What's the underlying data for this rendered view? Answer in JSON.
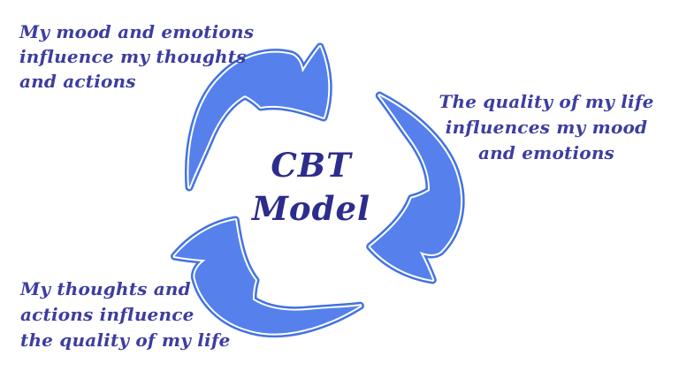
{
  "diagram": {
    "title": {
      "line1": "CBT",
      "line2": "Model"
    },
    "labels": [
      {
        "id": "mood-influences-thoughts",
        "lines": [
          "My mood and emotions",
          "influence my thoughts",
          "and actions"
        ]
      },
      {
        "id": "life-influences-mood",
        "lines": [
          "The quality of my life",
          "influences my mood",
          "and emotions"
        ]
      },
      {
        "id": "thoughts-influence-life",
        "lines": [
          "My thoughts and",
          "actions influence",
          "the quality of my life"
        ]
      }
    ],
    "icons": [
      "cycle-arrow-top-left",
      "cycle-arrow-right",
      "cycle-arrow-bottom"
    ],
    "colors": {
      "background": "#ffffff",
      "arrow_fill": "#5681ec",
      "arrow_border": "#4272e2",
      "arrow_inner_line": "#ffffff",
      "label_text": "#3d3da0",
      "title_text": "#2c2c8c"
    }
  }
}
